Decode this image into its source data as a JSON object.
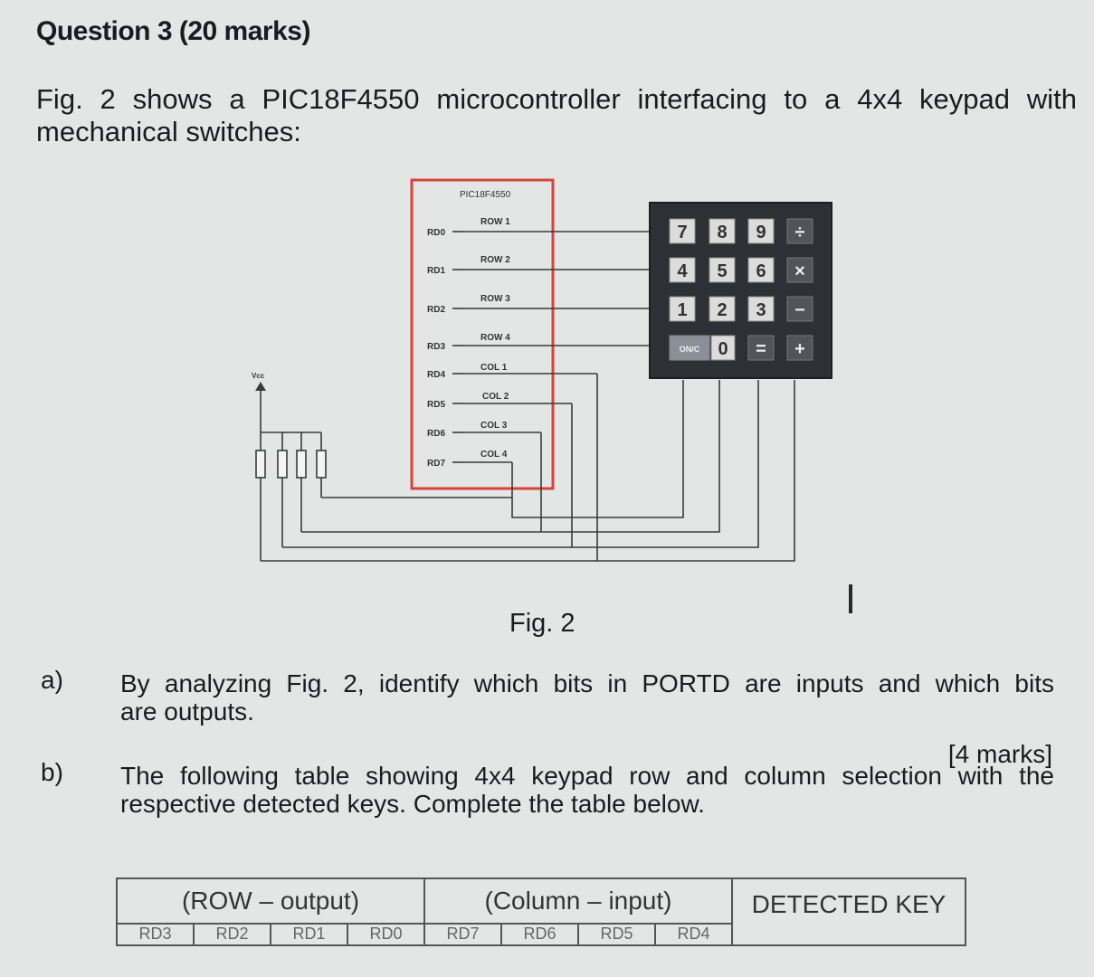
{
  "question": {
    "title": "Question 3 (20 marks)",
    "intro_line1": "Fig. 2 shows a PIC18F4550 microcontroller interfacing to a 4x4 keypad with",
    "intro_line2": "mechanical switches:"
  },
  "figure": {
    "chip_name": "PIC18F4550",
    "pins": [
      "RD0",
      "RD1",
      "RD2",
      "RD3",
      "RD4",
      "RD5",
      "RD6",
      "RD7"
    ],
    "signals": [
      "ROW 1",
      "ROW 2",
      "ROW 3",
      "ROW 4",
      "COL 1",
      "COL 2",
      "COL 3",
      "COL 4"
    ],
    "vcc_label": "Vcc",
    "keypad_keys": [
      [
        "7",
        "8",
        "9",
        "÷"
      ],
      [
        "4",
        "5",
        "6",
        "×"
      ],
      [
        "1",
        "2",
        "3",
        "−"
      ],
      [
        "ON/C",
        "0",
        "=",
        "+"
      ]
    ],
    "caption": "Fig. 2"
  },
  "part_a": {
    "label": "a)",
    "line1": "By analyzing Fig. 2, identify which bits in PORTD are inputs and which bits",
    "line2": "are outputs.",
    "marks": "[4 marks]"
  },
  "part_b": {
    "label": "b)",
    "line1": "The following table showing 4x4 keypad row and column selection with the",
    "line2": "respective detected keys. Complete the table below."
  },
  "table": {
    "headers": [
      "(ROW – output)",
      "(Column – input)",
      "DETECTED KEY"
    ],
    "subheaders": [
      "RD3",
      "RD2",
      "RD1",
      "RD0",
      "RD7",
      "RD6",
      "RD5",
      "RD4"
    ]
  }
}
